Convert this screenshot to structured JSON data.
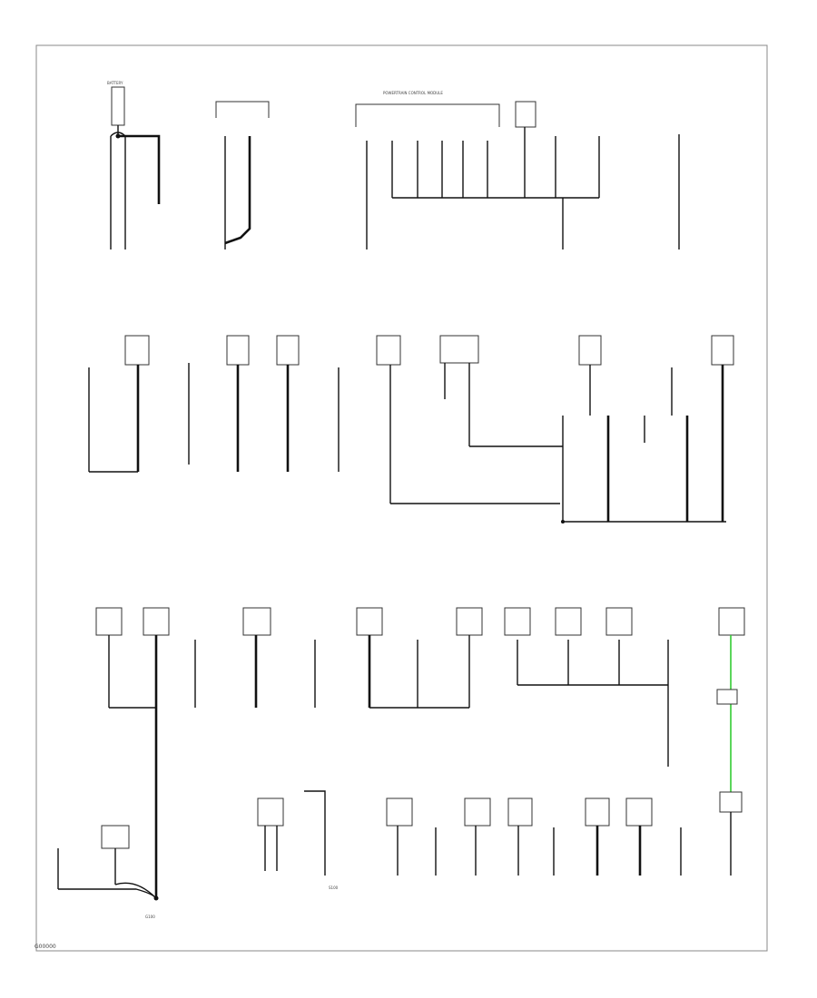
{
  "diagram": {
    "type": "wiring-schematic",
    "footer_code": "G00000",
    "accent_color": "#33cc33",
    "wire_color": "#111111",
    "labels": {
      "battery": "BATTERY",
      "pcm": "POWERTRAIN CONTROL MODULE",
      "ground": "G100",
      "splice": "S100"
    }
  }
}
